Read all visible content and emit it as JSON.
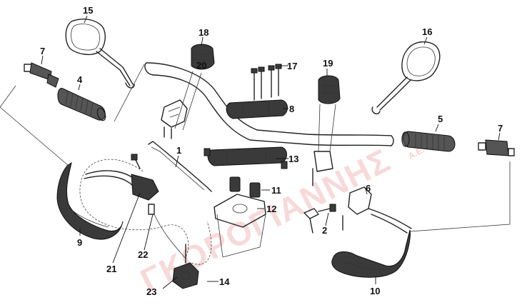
{
  "watermark": {
    "text": "ΓΚΟΡΟΓΙΑΝΝΗΣ",
    "suffix": "Α.Ε."
  },
  "callouts": [
    "15",
    "7",
    "4",
    "18",
    "20",
    "17",
    "19",
    "16",
    "8",
    "5",
    "7",
    "1",
    "13",
    "11",
    "12",
    "6",
    "2",
    "9",
    "22",
    "21",
    "14",
    "23",
    "10"
  ]
}
